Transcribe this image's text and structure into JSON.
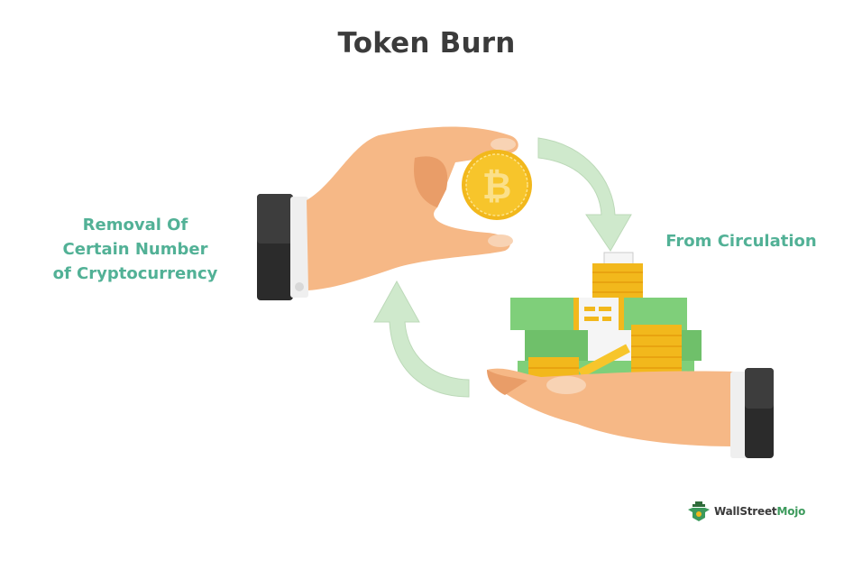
{
  "title": "Token Burn",
  "labels": {
    "left_line1": "Removal Of",
    "left_line2": "Certain Number",
    "left_line3": "of Cryptocurrency",
    "right": "From Circulation"
  },
  "illustration": {
    "top_hand": "hand-holding-bitcoin",
    "coin_symbol": "₿",
    "bottom_hand": "hand-holding-cash-and-coins",
    "arrow_down": "curved-arrow-down",
    "arrow_up": "curved-arrow-up"
  },
  "branding": {
    "logo_text_main": "WallStreet",
    "logo_text_accent": "Mojo"
  },
  "colors": {
    "title": "#3b3b3b",
    "label": "#52b196",
    "arrow_fill": "#cfe9cc",
    "skin": "#f6b886",
    "coin": "#f7c52b",
    "cash": "#7fcf7a",
    "cuff": "#2b2b2b"
  }
}
